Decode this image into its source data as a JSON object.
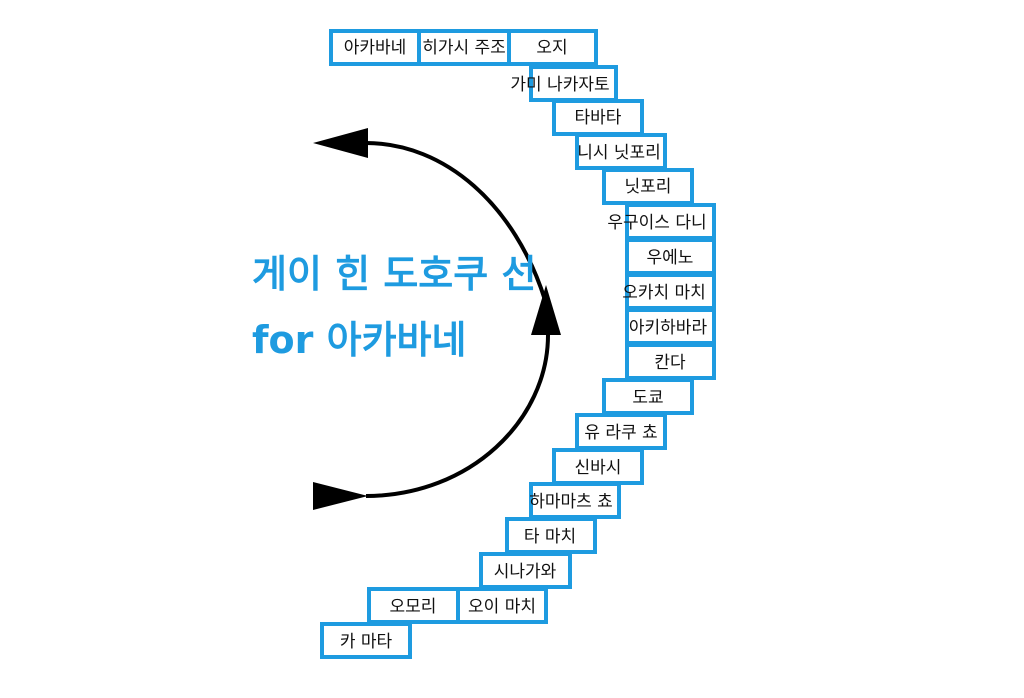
{
  "title": {
    "line1": "게이 힌 도호쿠 선",
    "line2": "for  아카바네"
  },
  "colors": {
    "box_border": "#1e9be0",
    "title": "#1e9be0",
    "arrow": "#000000"
  },
  "stations": [
    "아카바네",
    "히가시 주조",
    "오지",
    "가미 나카자토",
    "타바타",
    "니시 닛포리",
    "닛포리",
    "우구이스 다니",
    "우에노",
    "오카치 마치",
    "아키하바라",
    "칸다",
    "도쿄",
    "유 라쿠 쵸",
    "신바시",
    "하마마츠 쵸",
    "타 마치",
    "시나가와",
    "오이 마치",
    "오모리",
    "카 마타"
  ]
}
